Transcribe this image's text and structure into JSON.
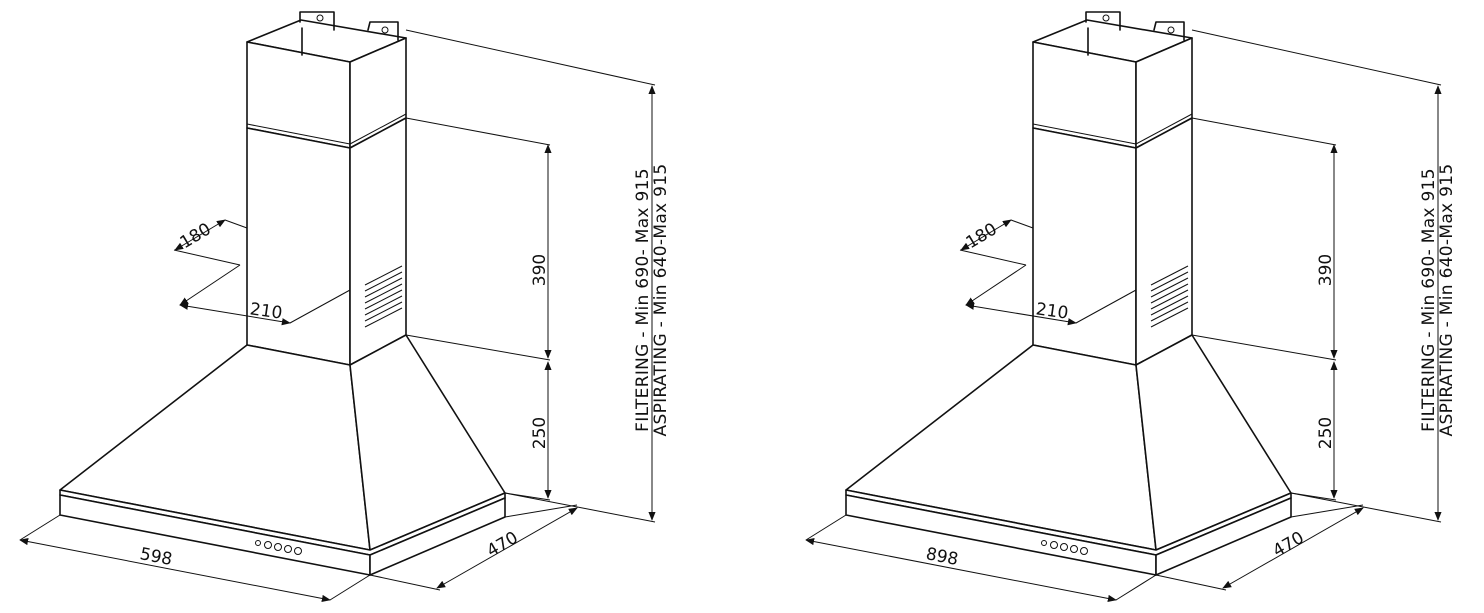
{
  "drawings": [
    {
      "dims": {
        "depth_top": "180",
        "width_top": "210",
        "chimney_upper": "390",
        "hood_height": "250",
        "width": "598",
        "depth": "470",
        "filtering": "FILTERING  -  Min  690-  Max  915",
        "aspirating": "ASPIRATING  -  Min  640-Max  915"
      }
    },
    {
      "dims": {
        "depth_top": "180",
        "width_top": "210",
        "chimney_upper": "390",
        "hood_height": "250",
        "width": "898",
        "depth": "470",
        "filtering": "FILTERING  -  Min  690-  Max  915",
        "aspirating": "ASPIRATING  -  Min  640-Max  915"
      }
    }
  ]
}
